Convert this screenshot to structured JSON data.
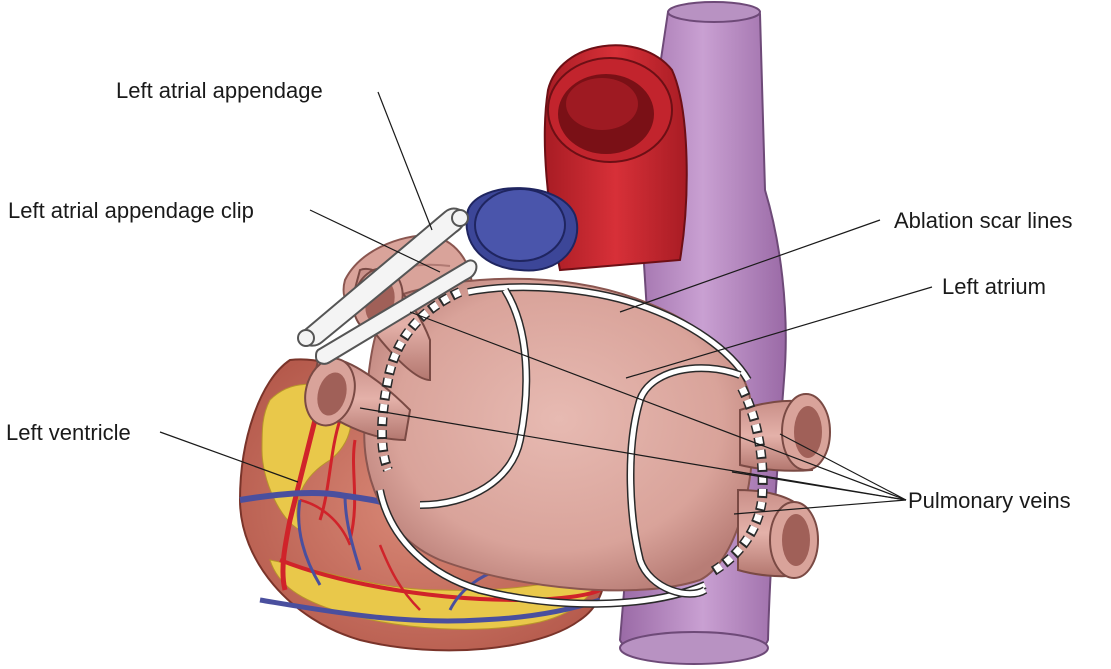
{
  "labels": {
    "left_atrial_appendage": "Left atrial appendage",
    "left_atrial_appendage_clip": "Left atrial appendage clip",
    "ablation_scar_lines": "Ablation scar lines",
    "left_atrium": "Left atrium",
    "left_ventricle": "Left ventricle",
    "pulmonary_veins": "Pulmonary veins"
  },
  "colors": {
    "aorta": "#c8252e",
    "aorta_dark": "#7a1016",
    "vena_cava": "#b58cc0",
    "vena_cava_dark": "#7d5688",
    "pulmonary_artery": "#3f4a9e",
    "atrium": "#dca8a0",
    "atrium_shadow": "#b9807a",
    "ventricle": "#d07868",
    "fat": "#e9c84a",
    "artery": "#d0232a",
    "vein": "#4a4f9e",
    "clip": "#f4f4f4",
    "scar": "#ffffff"
  }
}
